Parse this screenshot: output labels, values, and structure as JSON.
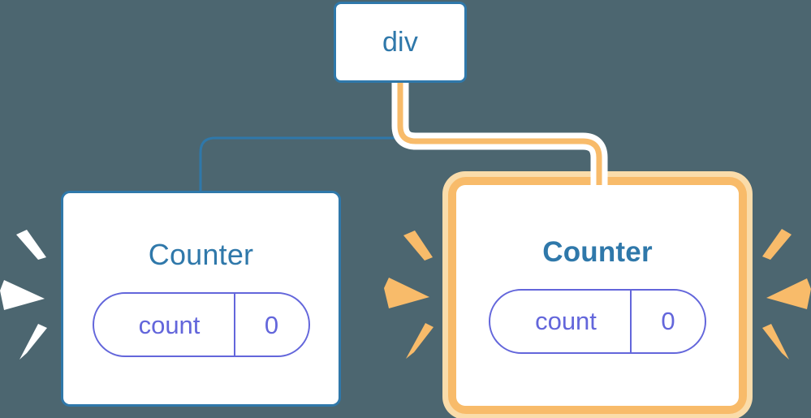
{
  "diagram": {
    "title": "Component tree re-render highlight",
    "background_color": "#4c6670",
    "accent_blue": "#2f78aa",
    "accent_orange": "#f8bb6a",
    "accent_orange_light": "#fadcaa",
    "accent_indigo": "#6366db",
    "node_fill": "#ffffff",
    "sparkle_white": "#ffffff"
  },
  "nodes": {
    "root": {
      "label": "div",
      "type": "element"
    },
    "counter_left": {
      "title": "Counter",
      "state_key": "count",
      "state_value": "0",
      "highlighted": "false",
      "emphasis": "normal"
    },
    "counter_right": {
      "title": "Counter",
      "state_key": "count",
      "state_value": "0",
      "highlighted": "true",
      "emphasis": "bold"
    }
  },
  "edges": [
    {
      "name": "div-to-counter-left",
      "from": "div",
      "to": "counter-left",
      "color": "#2f78aa",
      "width": 3,
      "style": "thin"
    },
    {
      "name": "div-to-counter-right",
      "from": "div",
      "to": "counter-right",
      "color": "#f8bb6a",
      "width": 7,
      "style": "highlighted"
    }
  ],
  "sparkles": {
    "left_group": {
      "color": "#ffffff",
      "count": 3,
      "points_toward": "counter-left"
    },
    "middle_group": {
      "color": "#f8bb6a",
      "count": 3,
      "points_toward": "counter-right"
    },
    "right_group": {
      "color": "#f8bb6a",
      "count": 3,
      "points_toward": "counter-right"
    }
  }
}
